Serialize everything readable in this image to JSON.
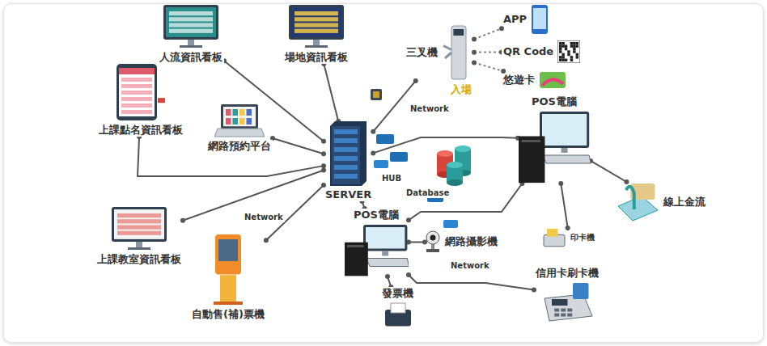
{
  "diagram": {
    "nodes": [
      {
        "text": [
          "人流資訊看板"
        ]
      },
      {
        "text": [
          "場地資訊看板"
        ]
      },
      {
        "text": [
          "三叉機"
        ]
      },
      {
        "text": [
          "APP"
        ]
      },
      {
        "text": [
          "QR Code"
        ]
      },
      {
        "text": [
          "悠遊卡"
        ]
      },
      {
        "text": [
          "上課點名資訊看板"
        ]
      },
      {
        "text": [
          "網路預約平台"
        ]
      },
      {
        "text": [
          "SERVER"
        ]
      },
      {
        "text": [
          "POS電腦"
        ]
      },
      {
        "text": [
          "上課教室資訊看板"
        ]
      },
      {
        "text": [
          "POS電腦"
        ]
      },
      {
        "text": [
          "線上金流"
        ]
      },
      {
        "text": [
          "自動售(補)票機"
        ]
      },
      {
        "text": [
          "印卡機"
        ]
      },
      {
        "text": [
          "網路攝影機"
        ]
      },
      {
        "text": [
          "信用卡刷卡機"
        ]
      },
      {
        "text": [
          "發票機"
        ]
      }
    ],
    "edges": [
      {
        "from": 8,
        "to": 0,
        "arrow": "none"
      },
      {
        "from": 8,
        "to": 1,
        "arrow": "none"
      },
      {
        "from": 8,
        "to": 2,
        "arrow": "none"
      },
      {
        "from": 8,
        "to": 6,
        "arrow": "none"
      },
      {
        "from": 8,
        "to": 7,
        "arrow": "none"
      },
      {
        "from": 8,
        "to": 10,
        "arrow": "none"
      },
      {
        "from": 8,
        "to": 13,
        "arrow": "none"
      },
      {
        "from": 8,
        "to": 11,
        "arrow": "none"
      },
      {
        "from": 8,
        "to": 9,
        "arrow": "none"
      },
      {
        "from": 11,
        "to": 9,
        "arrow": "none"
      },
      {
        "from": 9,
        "to": 12,
        "arrow": "none"
      },
      {
        "from": 9,
        "to": 14,
        "arrow": "none"
      },
      {
        "from": 11,
        "to": 15,
        "arrow": "none"
      },
      {
        "from": 11,
        "to": 17,
        "arrow": "none"
      },
      {
        "from": 11,
        "to": 16,
        "arrow": "none"
      },
      {
        "from": 2,
        "to": 3,
        "arrow": "none"
      },
      {
        "from": 2,
        "to": 4,
        "arrow": "none"
      },
      {
        "from": 2,
        "to": 5,
        "arrow": "none"
      }
    ],
    "labels": [
      "入場",
      "Network",
      "HUB",
      "Database",
      "Network",
      "Network"
    ]
  }
}
